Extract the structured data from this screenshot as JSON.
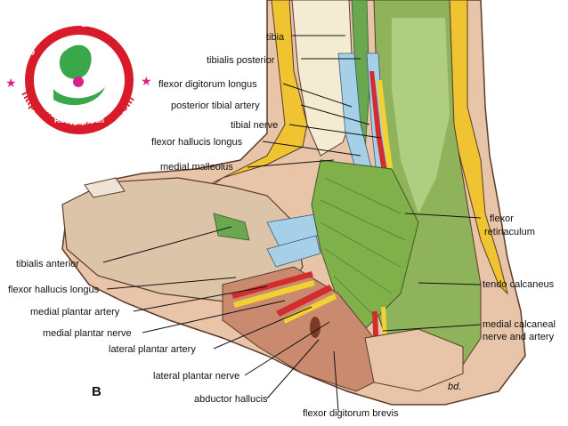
{
  "figure": {
    "panel_letter": "B",
    "signature": "bd."
  },
  "watermark": {
    "arc_top": "....a global war aganist illness!",
    "arc_bottom": "https://www.rxharun.com",
    "org": "Rx Foundation",
    "colors": {
      "ring": "#d81b2a",
      "star": "#e0208a",
      "leaf": "#3aa84a",
      "text": "#ffffff"
    }
  },
  "labels": {
    "tibia": "tibia",
    "tibialis_posterior": "tibialis posterior",
    "flexor_digitorum_longus": "flexor digitorum longus",
    "posterior_tibial_artery": "posterior tibial artery",
    "tibial_nerve": "tibial nerve",
    "flexor_hallucis_longus_top": "flexor hallucis longus",
    "medial_malleolus": "medial malleolus",
    "flexor_retinaculum_1": "flexor",
    "flexor_retinaculum_2": "retinaculum",
    "tibialis_anterior": "tibialis anterior",
    "flexor_hallucis_longus_left": "flexor hallucis longus",
    "medial_plantar_artery": "medial plantar artery",
    "medial_plantar_nerve": "medial plantar nerve",
    "lateral_plantar_artery": "lateral plantar artery",
    "lateral_plantar_nerve": "lateral plantar nerve",
    "abductor_hallucis": "abductor hallucis",
    "flexor_digitorum_brevis": "flexor digitorum brevis",
    "tendo_calcaneus": "tendo calcaneus",
    "medial_calcaneal_1": "medial calcaneal",
    "medial_calcaneal_2": "nerve and artery"
  }
}
